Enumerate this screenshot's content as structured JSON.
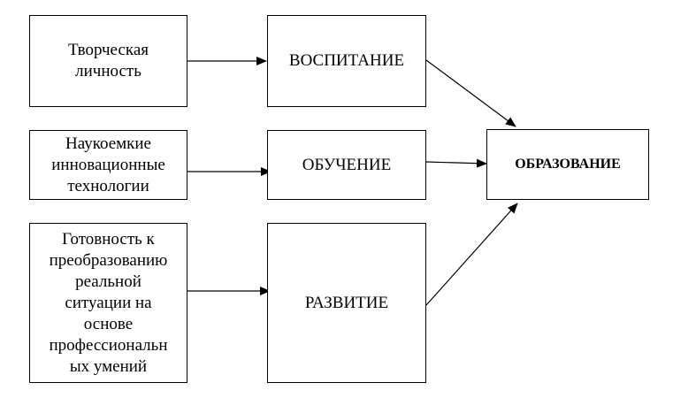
{
  "sources": [
    {
      "id": "creative",
      "lines": [
        "Творческая",
        "личность"
      ]
    },
    {
      "id": "tech",
      "lines": [
        "Наукоемкие",
        "инновационные",
        "технологии"
      ]
    },
    {
      "id": "readiness",
      "lines": [
        "Готовность к",
        "преобразованию",
        "реальной",
        "ситуации на",
        "основе",
        "профессиональн",
        "ых умений"
      ]
    }
  ],
  "processes": [
    {
      "id": "upbringing",
      "label": "ВОСПИТАНИЕ"
    },
    {
      "id": "learning",
      "label": "ОБУЧЕНИЕ"
    },
    {
      "id": "development",
      "label": "РАЗВИТИЕ"
    }
  ],
  "result": {
    "label": "ОБРАЗОВАНИЕ"
  },
  "colors": {
    "stroke": "#000000",
    "background": "#ffffff"
  }
}
